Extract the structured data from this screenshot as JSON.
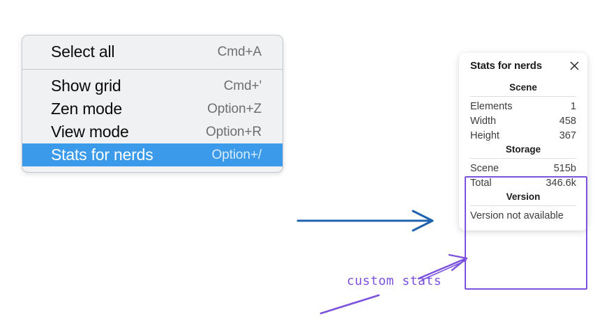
{
  "menu": {
    "sections": [
      {
        "items": [
          {
            "label": "Select all",
            "shortcut": "Cmd+A",
            "selected": false
          }
        ]
      },
      {
        "items": [
          {
            "label": "Show grid",
            "shortcut": "Cmd+'",
            "selected": false
          },
          {
            "label": "Zen mode",
            "shortcut": "Option+Z",
            "selected": false
          },
          {
            "label": "View mode",
            "shortcut": "Option+R",
            "selected": false
          },
          {
            "label": "Stats for nerds",
            "shortcut": "Option+/",
            "selected": true
          }
        ]
      }
    ],
    "highlight_color": "#3b9ae9"
  },
  "stats_panel": {
    "title": "Stats for nerds",
    "close_icon": "close-icon",
    "groups": [
      {
        "title": "Scene",
        "rows": [
          {
            "label": "Elements",
            "value": "1"
          },
          {
            "label": "Width",
            "value": "458"
          },
          {
            "label": "Height",
            "value": "367"
          }
        ]
      },
      {
        "title": "Storage",
        "rows": [
          {
            "label": "Scene",
            "value": "515b"
          },
          {
            "label": "Total",
            "value": "346.6k"
          }
        ]
      },
      {
        "title": "Version",
        "note": "Version not available",
        "rows": []
      }
    ],
    "highlight_border_color": "#7b52dd"
  },
  "annotations": {
    "handwritten_label": "custom stats",
    "blue_arrow_color": "#1f62ad",
    "purple_color": "#7b52dd"
  }
}
